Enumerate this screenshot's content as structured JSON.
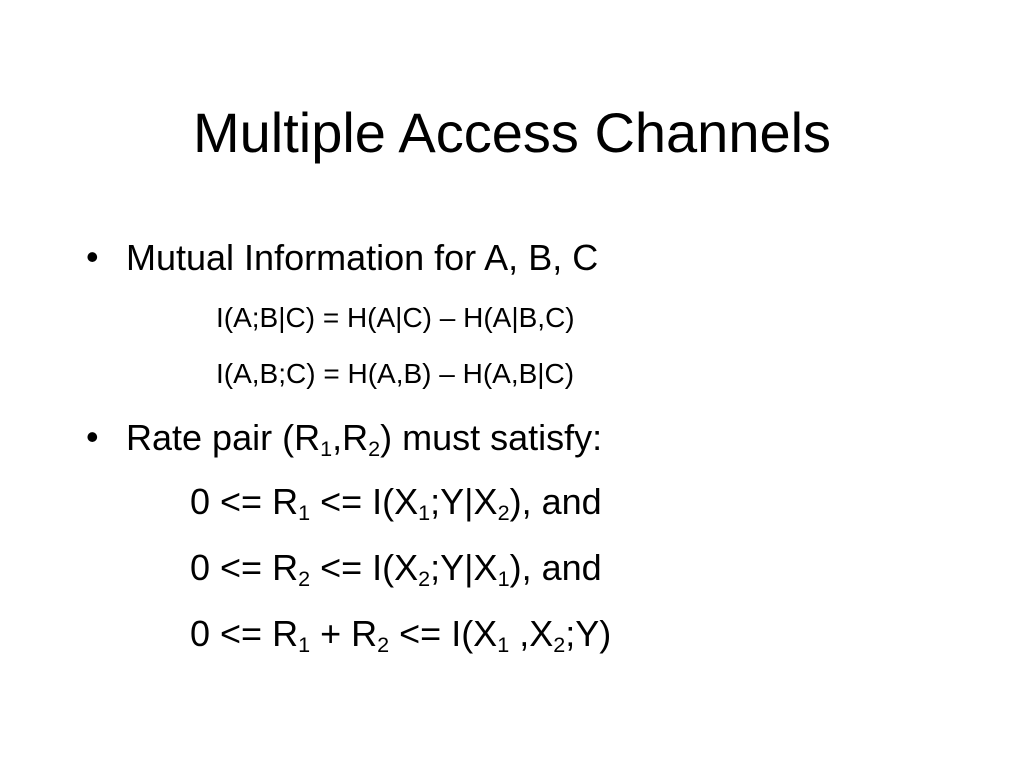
{
  "slide": {
    "title": "Multiple Access Channels",
    "bullets": [
      {
        "marker": "•",
        "text": "Mutual Information for A, B, C",
        "sublines": [
          "I(A;B|C) = H(A|C) – H(A|B,C)",
          "I(A,B;C) = H(A,B) – H(A,B|C)"
        ]
      },
      {
        "marker": "•",
        "text_segments": [
          {
            "t": "Rate pair (R"
          },
          {
            "sub": "1"
          },
          {
            "t": ",R"
          },
          {
            "sub": "2"
          },
          {
            "t": ") must satisfy:"
          }
        ],
        "equations": [
          [
            {
              "t": "0 <= R"
            },
            {
              "sub": "1"
            },
            {
              "t": " <= I(X"
            },
            {
              "sub": "1"
            },
            {
              "t": ";Y|X"
            },
            {
              "sub": "2"
            },
            {
              "t": "), and"
            }
          ],
          [
            {
              "t": "0 <= R"
            },
            {
              "sub": "2"
            },
            {
              "t": " <= I(X"
            },
            {
              "sub": "2"
            },
            {
              "t": ";Y|X"
            },
            {
              "sub": "1"
            },
            {
              "t": "), and"
            }
          ],
          [
            {
              "t": "0 <= R"
            },
            {
              "sub": "1"
            },
            {
              "t": " + R"
            },
            {
              "sub": "2"
            },
            {
              "t": " <= I(X"
            },
            {
              "sub": "1"
            },
            {
              "t": " ,X"
            },
            {
              "sub": "2"
            },
            {
              "t": ";Y)"
            }
          ]
        ]
      }
    ]
  }
}
